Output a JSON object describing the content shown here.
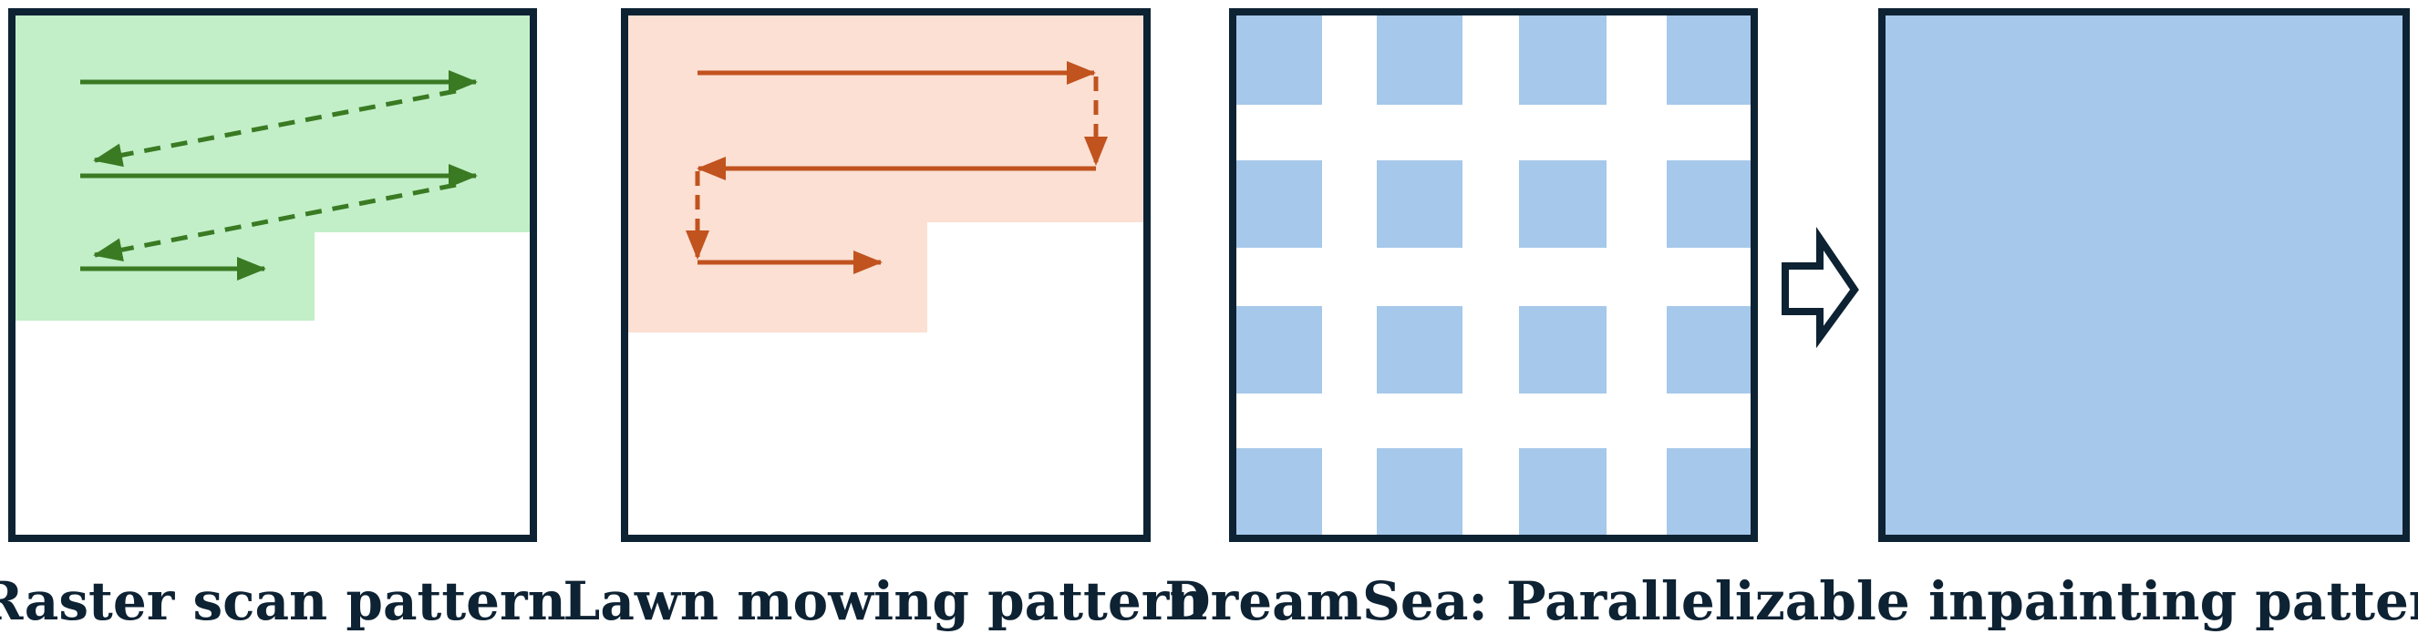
{
  "captions": {
    "raster": "Raster scan pattern",
    "lawn": "Lawn mowing pattern",
    "dreamsea": "DreamSea: Parallelizable inpainting pattern"
  },
  "colors": {
    "frame": "#0d2233",
    "raster_fill": "#c2efc8",
    "raster_arrow": "#3a7a23",
    "lawn_fill": "#fbe0d3",
    "lawn_arrow": "#c1531f",
    "tile_fill": "#a6c8ea",
    "background": "#ffffff"
  },
  "icons": {
    "transition": "hollow-right-arrow-icon"
  }
}
